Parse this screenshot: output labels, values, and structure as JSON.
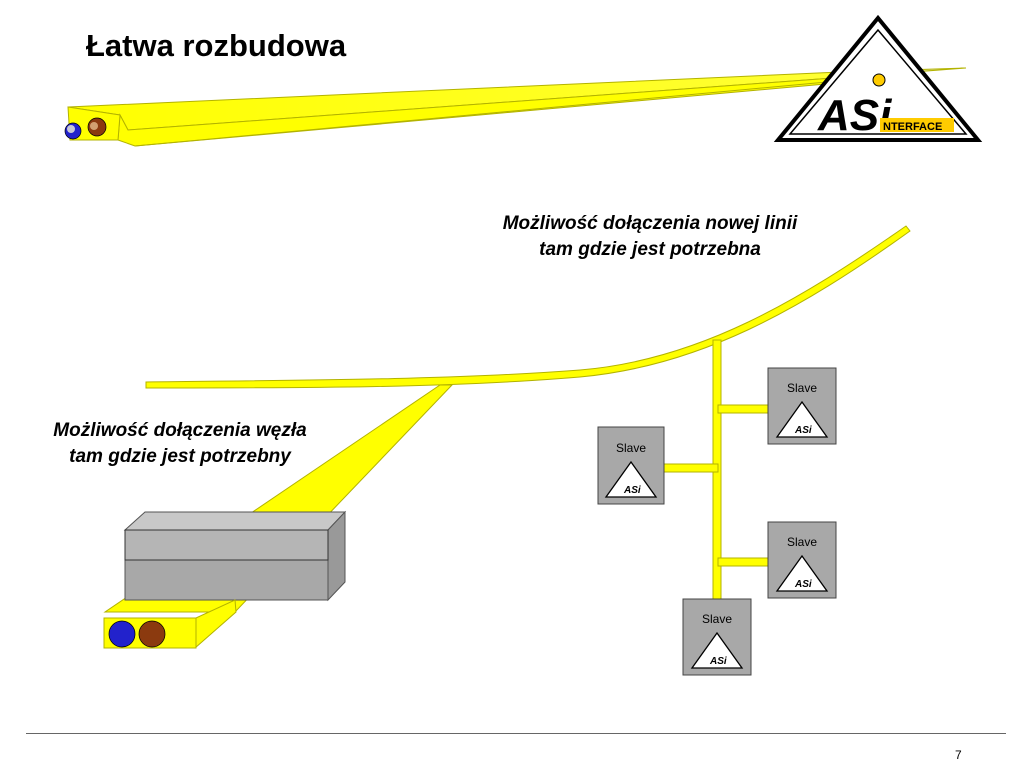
{
  "slide": {
    "title": "Łatwa rozbudowa",
    "page_number": "7"
  },
  "captions": {
    "new_line": [
      "Możliwość dołączenia nowej linii",
      "tam gdzie jest potrzebna"
    ],
    "node": [
      "Możliwość dołączenia węzła",
      "tam gdzie jest potrzebny"
    ]
  },
  "logo": {
    "main": "ASi",
    "sub": "NTERFACE",
    "sub_initial": "I"
  },
  "slaves": [
    {
      "label": "Slave"
    },
    {
      "label": "Slave"
    },
    {
      "label": "Slave"
    },
    {
      "label": "Slave"
    }
  ],
  "colors": {
    "cable_yellow": "#ffff00",
    "cable_edge": "#b3b300",
    "core_blue": "#2222cc",
    "core_brown": "#8b3a0f",
    "box_grey": "#a8a8a8",
    "logo_dot": "#ffcc00"
  }
}
